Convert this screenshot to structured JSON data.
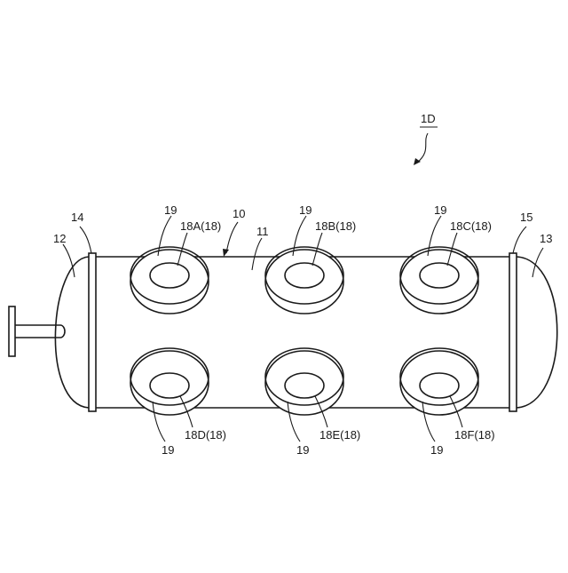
{
  "figure": {
    "ref_label": "1D",
    "labels": {
      "vessel": "10",
      "body": "11",
      "left_head": "12",
      "right_head": "13",
      "left_flange": "14",
      "right_flange": "15",
      "ring": "19"
    },
    "ports": [
      {
        "id": "a",
        "label": "18A(18)"
      },
      {
        "id": "b",
        "label": "18B(18)"
      },
      {
        "id": "c",
        "label": "18C(18)"
      },
      {
        "id": "d",
        "label": "18D(18)"
      },
      {
        "id": "e",
        "label": "18E(18)"
      },
      {
        "id": "f",
        "label": "18F(18)"
      }
    ]
  }
}
